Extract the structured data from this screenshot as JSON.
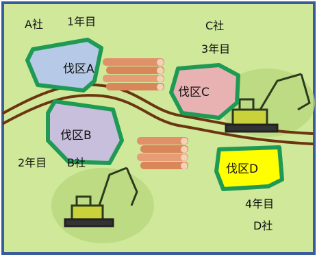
{
  "areas": [
    {
      "id": "a",
      "label": "伐区A",
      "company": "A社",
      "year": "1年目",
      "fill": "#b6c9e6"
    },
    {
      "id": "b",
      "label": "伐区B",
      "company": "B社",
      "year": "2年目",
      "fill": "#c7bfdc"
    },
    {
      "id": "c",
      "label": "伐区C",
      "company": "C社",
      "year": "3年目",
      "fill": "#e8b2b2"
    },
    {
      "id": "d",
      "label": "伐区D",
      "company": "D社",
      "year": "4年目",
      "fill": "#ffff00"
    }
  ],
  "colors": {
    "border": "#3a5c9a",
    "background": "#cfe89a",
    "area_outline": "#1f9a55",
    "road": "#6b3510",
    "logs": "#d9875a"
  }
}
